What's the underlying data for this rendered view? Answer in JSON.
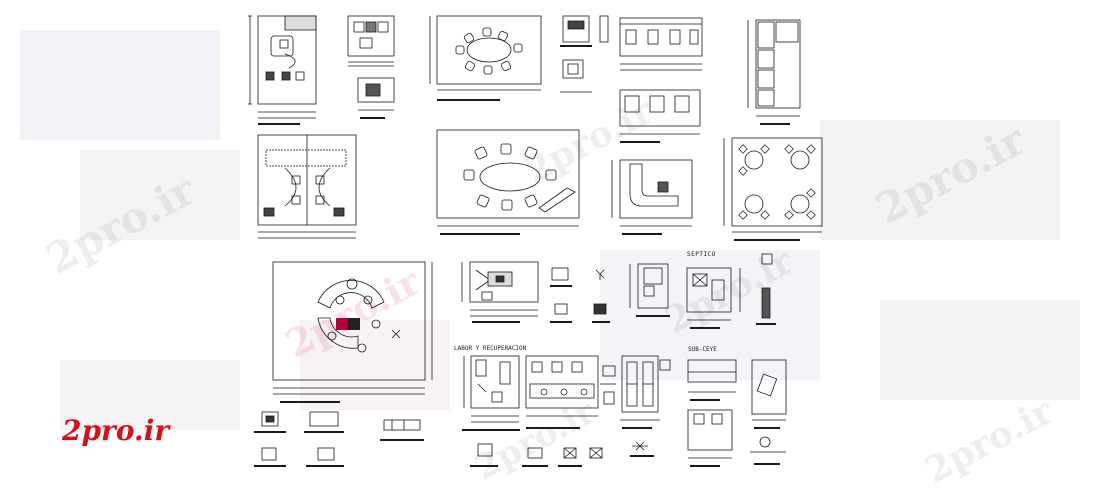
{
  "logo": {
    "text": "2pro.ir",
    "color": "#d8101c"
  },
  "watermarks": [
    "2pro.ir",
    "2pro.ir",
    "2pro.ir",
    "2pro.ir",
    "2pro.ir",
    "2pro.ir",
    "2pro.ir"
  ],
  "labels": {
    "labor_recuperacion": "LABOR Y RECUPERACION",
    "septico": "SEPTICO",
    "sub_ceye": "SUB-CEYE"
  },
  "colors": {
    "line": "#1a1a1a",
    "accent": "#e0007a",
    "logo": "#d8101c"
  }
}
